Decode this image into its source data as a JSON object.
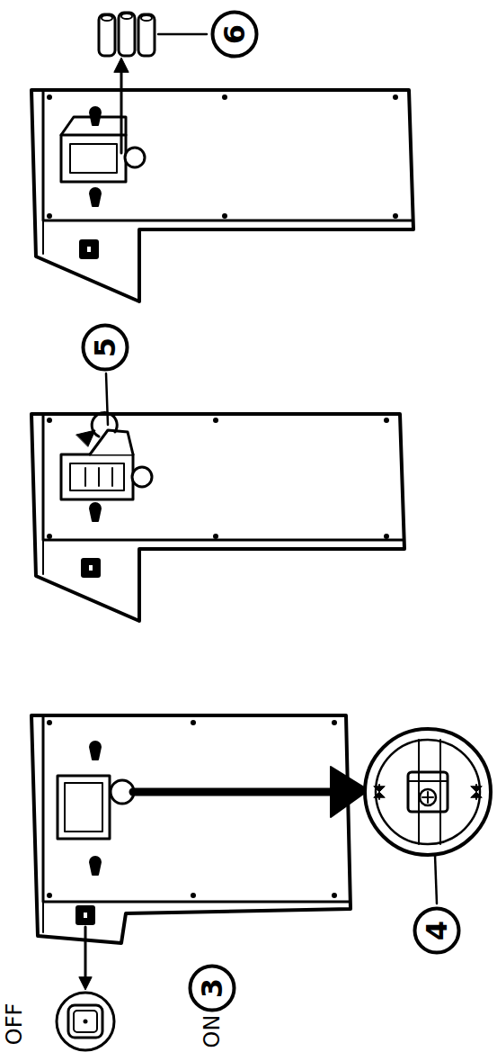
{
  "diagram": {
    "nodes": [
      {
        "text": [
          "3"
        ]
      },
      {
        "text": [
          "4"
        ]
      },
      {
        "text": [
          "5"
        ]
      },
      {
        "text": [
          "6"
        ]
      }
    ],
    "labels": [
      "OFF",
      "ON"
    ]
  }
}
